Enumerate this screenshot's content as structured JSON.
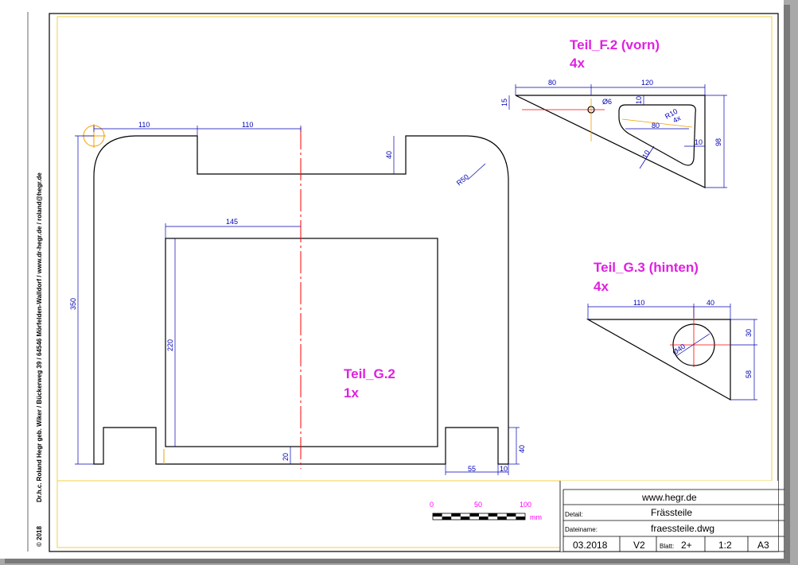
{
  "sidebar": {
    "copyright": "© 2018",
    "address": "Dr.h.c. Roland Hegr geb. Wiker  /  Bückerweg 39  /  64546 Mörfelden-Walldorf  /  www.dr-hegr.de  /  roland@hegr.de"
  },
  "parts": {
    "g2": {
      "title": "Teil_G.2",
      "count": "1x"
    },
    "f2": {
      "title": "Teil_F.2 (vorn)",
      "count": "4x"
    },
    "g3": {
      "title": "Teil_G.3 (hinten)",
      "count": "4x"
    }
  },
  "dims": {
    "g2": {
      "w110a": "110",
      "w110b": "110",
      "w145": "145",
      "h350": "350",
      "h220": "220",
      "h40top": "40",
      "r50": "R50",
      "h20": "20",
      "h40bot": "40",
      "w55": "55",
      "w10": "10"
    },
    "f2": {
      "w80": "80",
      "w120": "120",
      "h15": "15",
      "d6": "Ø6",
      "h10": "10",
      "r10": "R10",
      "four_x": "4x",
      "w80in": "80",
      "h98": "98",
      "w10r": "10",
      "w10d": "10"
    },
    "g3": {
      "w110": "110",
      "w40": "40",
      "h30": "30",
      "h58": "58",
      "d40": "Ø40"
    }
  },
  "scale_bar": {
    "labels": [
      "0",
      "50",
      "100"
    ],
    "unit": "mm"
  },
  "title_block": {
    "website": "www.hegr.de",
    "detail_label": "Detail:",
    "detail_value": "Frässteile",
    "filename_label": "Dateiname:",
    "filename_value": "fraessteile.dwg",
    "date": "03.2018",
    "version": "V2",
    "sheet_label": "Blatt:",
    "sheet_value": "2+",
    "scale": "1:2",
    "format": "A3"
  },
  "colors": {
    "dimension": "#0000b4",
    "label": "#e020e0",
    "frame": "#f0d040",
    "centerline": "#ff0000"
  }
}
